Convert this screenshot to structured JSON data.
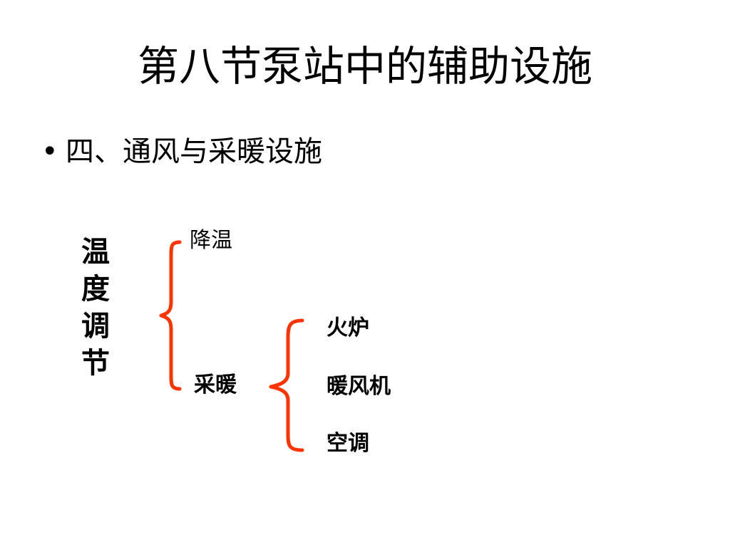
{
  "slide": {
    "title": "第八节泵站中的辅助设施",
    "bullet": {
      "marker": "•",
      "text": "四、通风与采暖设施"
    },
    "diagram": {
      "root_label_chars": [
        "温",
        "度",
        "调",
        "节"
      ],
      "branch_cooling": "降温",
      "branch_heating": "采暖",
      "heating_methods": [
        "火炉",
        "暖风机",
        "空调"
      ],
      "brace_color": "#FF3300"
    }
  }
}
